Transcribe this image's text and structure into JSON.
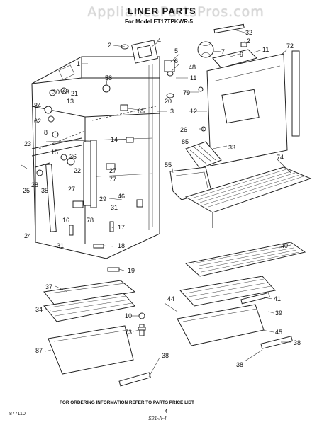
{
  "watermark": "AppliancePartsPros.com",
  "title": "LINER PARTS",
  "model": "For Model ET17TPKWR-5",
  "footer": "FOR ORDERING INFORMATION REFER TO PARTS PRICE LIST",
  "document_code": "877110",
  "page_number": "4",
  "revision_stamp": "S21-A-4",
  "callouts": [
    "1",
    "2",
    "2",
    "3",
    "4",
    "5",
    "6",
    "7",
    "8",
    "9",
    "10",
    "11",
    "11",
    "12",
    "13",
    "14",
    "15",
    "16",
    "17",
    "18",
    "19",
    "20",
    "21",
    "22",
    "23",
    "24",
    "25",
    "26",
    "27",
    "27",
    "27",
    "28",
    "29",
    "30",
    "31",
    "31",
    "32",
    "33",
    "34",
    "35",
    "36",
    "37",
    "38",
    "38",
    "38",
    "39",
    "40",
    "41",
    "44",
    "45",
    "46",
    "48",
    "55",
    "58",
    "62",
    "63",
    "65",
    "72",
    "73",
    "74",
    "77",
    "78",
    "79",
    "84",
    "85",
    "87"
  ]
}
